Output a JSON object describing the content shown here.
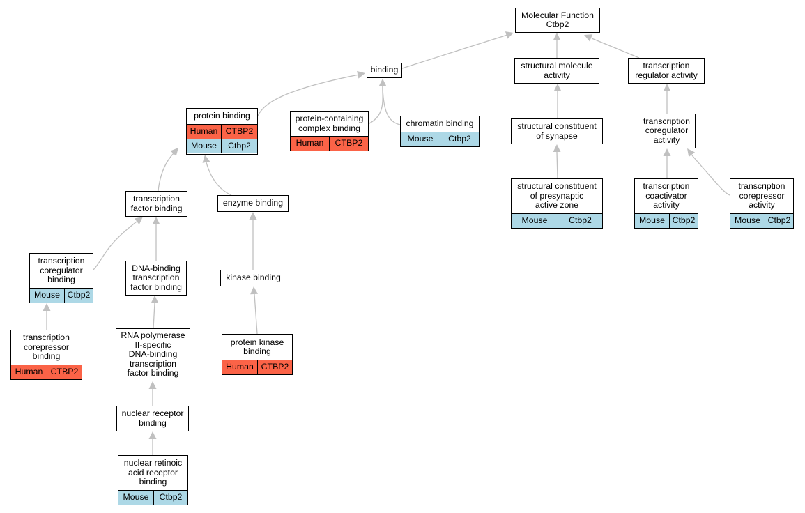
{
  "colors": {
    "human": "#fb6347",
    "mouse": "#add8e6",
    "edge": "#c0c0c0"
  },
  "nodes": {
    "mf": {
      "label": "Molecular Function\nCtbp2"
    },
    "binding": {
      "label": "binding"
    },
    "sma": {
      "label": "structural molecule\nactivity"
    },
    "tra": {
      "label": "transcription\nregulator activity"
    },
    "pb": {
      "label": "protein binding",
      "rows": [
        [
          "Human",
          "CTBP2"
        ],
        [
          "Mouse",
          "Ctbp2"
        ]
      ]
    },
    "pccb": {
      "label": "protein-containing\ncomplex binding",
      "rows": [
        [
          "Human",
          "CTBP2"
        ]
      ]
    },
    "chb": {
      "label": "chromatin binding",
      "rows": [
        [
          "Mouse",
          "Ctbp2"
        ]
      ]
    },
    "scs": {
      "label": "structural constituent\nof synapse"
    },
    "tca": {
      "label": "transcription\ncoregulator\nactivity"
    },
    "tfb": {
      "label": "transcription\nfactor binding"
    },
    "enz": {
      "label": "enzyme binding"
    },
    "scpaz": {
      "label": "structural constituent\nof presynaptic\nactive zone",
      "rows": [
        [
          "Mouse",
          "Ctbp2"
        ]
      ]
    },
    "tcoa": {
      "label": "transcription\ncoactivator\nactivity",
      "rows": [
        [
          "Mouse",
          "Ctbp2"
        ]
      ]
    },
    "tcora": {
      "label": "transcription\ncorepressor\nactivity",
      "rows": [
        [
          "Mouse",
          "Ctbp2"
        ]
      ]
    },
    "tcb": {
      "label": "transcription\ncoregulator\nbinding",
      "rows": [
        [
          "Mouse",
          "Ctbp2"
        ]
      ]
    },
    "dbtfb": {
      "label": "DNA-binding\ntranscription\nfactor binding"
    },
    "kin": {
      "label": "kinase binding"
    },
    "tcrb": {
      "label": "transcription\ncorepressor\nbinding",
      "rows": [
        [
          "Human",
          "CTBP2"
        ]
      ]
    },
    "rnap": {
      "label": "RNA polymerase\nII-specific\nDNA-binding\ntranscription\nfactor binding"
    },
    "pkb": {
      "label": "protein kinase\nbinding",
      "rows": [
        [
          "Human",
          "CTBP2"
        ]
      ]
    },
    "nrb": {
      "label": "nuclear receptor\nbinding"
    },
    "nrarb": {
      "label": "nuclear retinoic\nacid receptor\nbinding",
      "rows": [
        [
          "Mouse",
          "Ctbp2"
        ]
      ]
    }
  }
}
